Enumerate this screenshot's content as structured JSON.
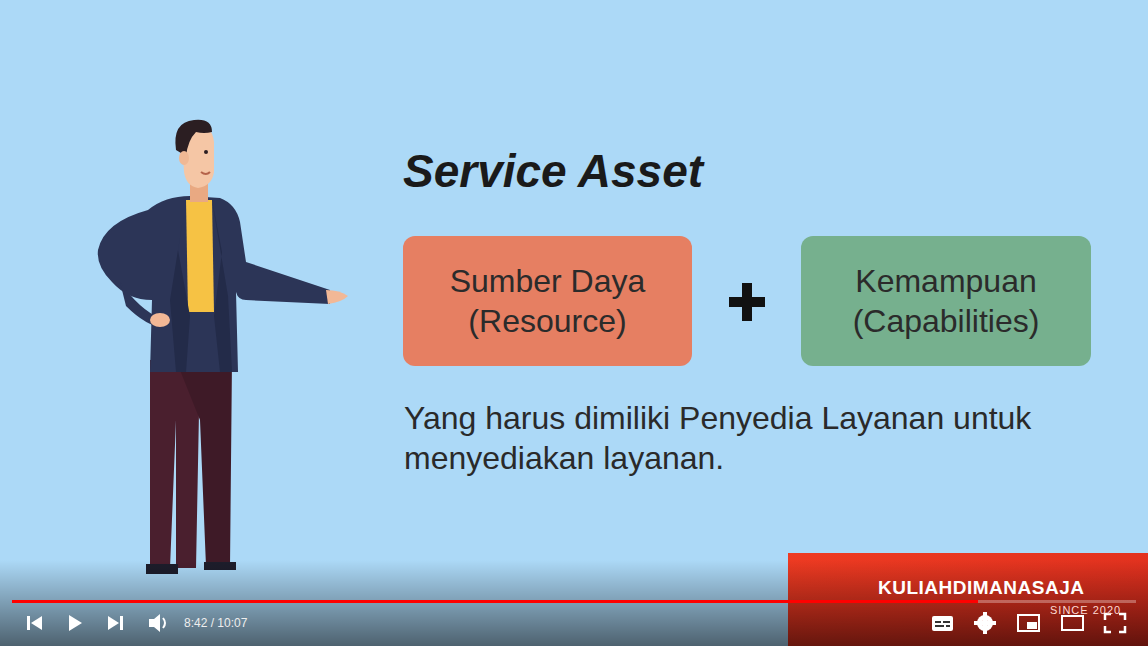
{
  "diagram": {
    "title": "Service Asset",
    "nodes": [
      {
        "text": [
          "Sumber Daya (Resource)"
        ]
      },
      {
        "text": [
          "Kemampuan (Capabilities)"
        ]
      }
    ],
    "labels": [
      "Yang harus dimiliki Penyedia Layanan untuk menyediakan layanan.",
      "KULIAHDIMANASAJA",
      "SINCE 2020",
      "8:42 / 10:07"
    ]
  }
}
